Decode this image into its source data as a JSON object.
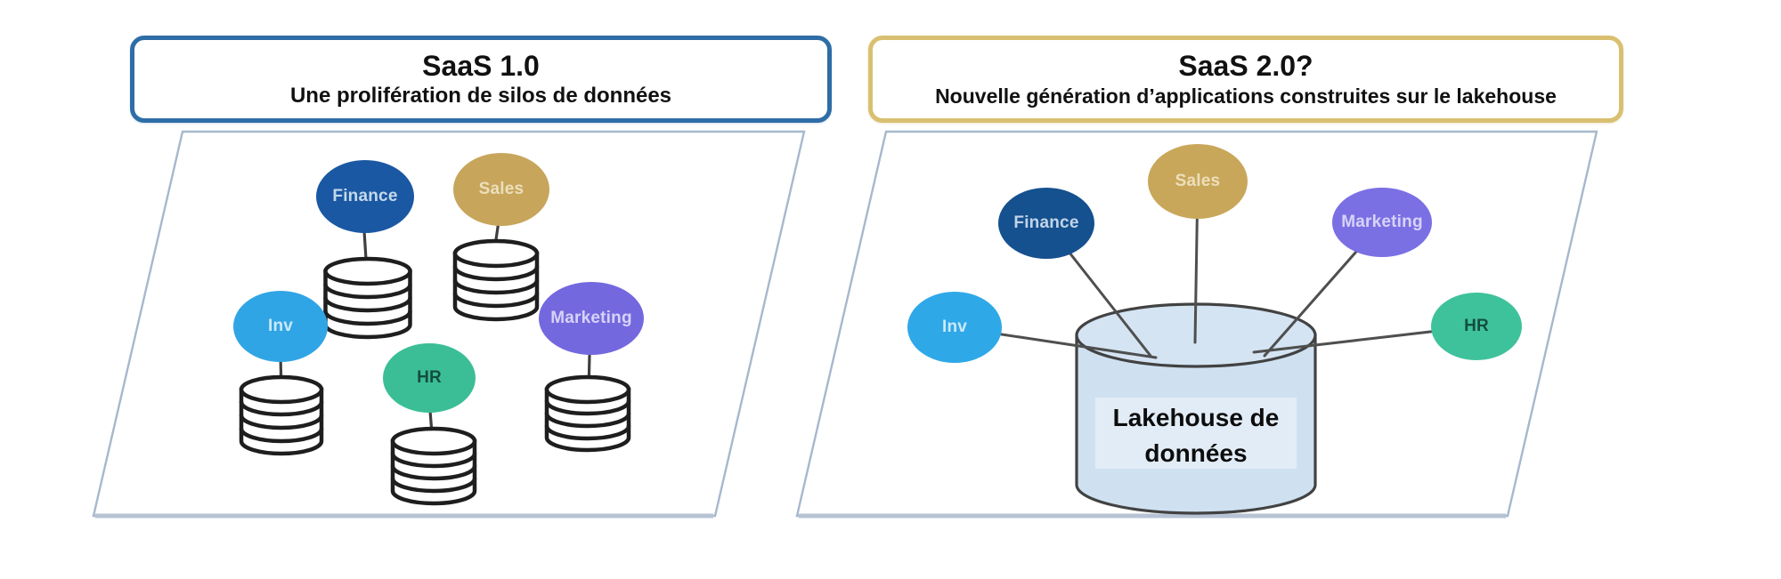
{
  "page": {
    "background": "#ffffff"
  },
  "panels": {
    "left": {
      "title": "SaaS 1.0",
      "subtitle": "Une prolifération de silos de données",
      "box_border_color": "#2e6da6",
      "plane_border_color": "#a6b8cc",
      "nodes": [
        {
          "label": "Finance",
          "fill": "#1b58a3",
          "text_color": "#dcebf7",
          "storage": "database-icon"
        },
        {
          "label": "Sales",
          "fill": "#c7a55b",
          "text_color": "#f0e7c9",
          "storage": "database-icon"
        },
        {
          "label": "Inv",
          "fill": "#30a5e5",
          "text_color": "#e2f2fc",
          "storage": "database-icon"
        },
        {
          "label": "HR",
          "fill": "#3bbe96",
          "text_color": "#0e3e33",
          "storage": "database-icon"
        },
        {
          "label": "Marketing",
          "fill": "#7468df",
          "text_color": "#e4e1fa",
          "storage": "database-icon"
        }
      ]
    },
    "right": {
      "title": "SaaS 2.0?",
      "subtitle": "Nouvelle génération d’applications construites sur le lakehouse",
      "box_border_color": "#d9c070",
      "plane_border_color": "#a6b8cc",
      "nodes": [
        {
          "label": "Finance",
          "fill": "#15508f",
          "text_color": "#d8e7f4"
        },
        {
          "label": "Sales",
          "fill": "#c9a75a",
          "text_color": "#f0e7c9"
        },
        {
          "label": "Inv",
          "fill": "#2fa8e8",
          "text_color": "#e2f2fc"
        },
        {
          "label": "HR",
          "fill": "#3ec29b",
          "text_color": "#0e3e33"
        },
        {
          "label": "Marketing",
          "fill": "#7b6fe4",
          "text_color": "#e4e1fa"
        }
      ],
      "lakehouse": {
        "label": "Lakehouse de données",
        "fill": "#cfe1f1",
        "band_fill": "#e2ecf7",
        "outline": "#424242"
      }
    }
  }
}
